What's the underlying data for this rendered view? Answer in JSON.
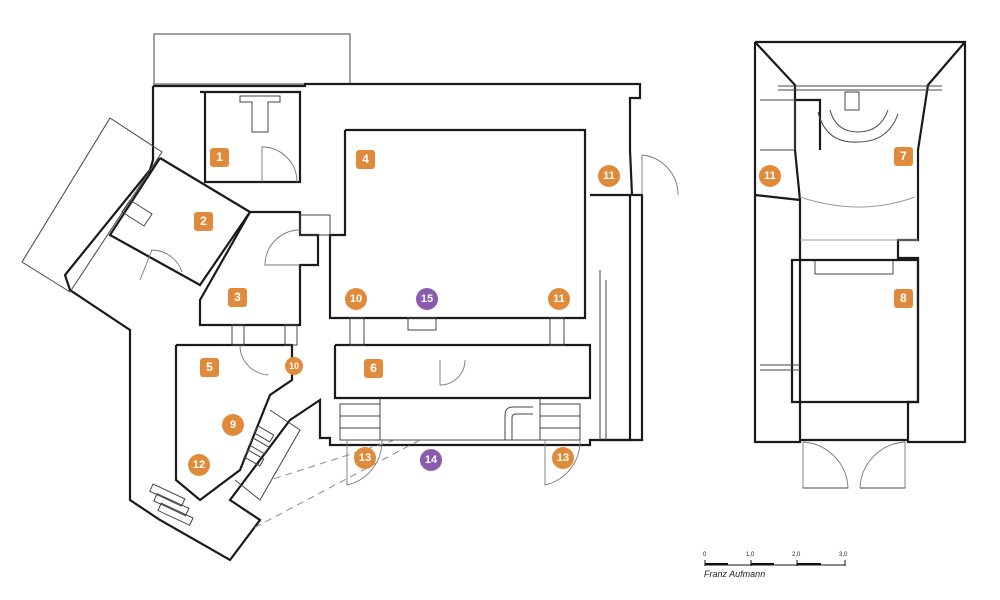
{
  "colors": {
    "room_badge": "#e08a3c",
    "poi_badge": "#8a5cb0",
    "walls": "#1a1a1a"
  },
  "rooms": [
    {
      "id": "r1",
      "label": "1",
      "shape": "square",
      "kind": "room"
    },
    {
      "id": "r2",
      "label": "2",
      "shape": "square",
      "kind": "room"
    },
    {
      "id": "r3",
      "label": "3",
      "shape": "square",
      "kind": "room"
    },
    {
      "id": "r4",
      "label": "4",
      "shape": "square",
      "kind": "room"
    },
    {
      "id": "r5",
      "label": "5",
      "shape": "square",
      "kind": "room"
    },
    {
      "id": "r6",
      "label": "6",
      "shape": "square",
      "kind": "room"
    },
    {
      "id": "r7",
      "label": "7",
      "shape": "square",
      "kind": "room"
    },
    {
      "id": "r8",
      "label": "8",
      "shape": "square",
      "kind": "room"
    },
    {
      "id": "r9",
      "label": "9",
      "shape": "circle",
      "kind": "room"
    },
    {
      "id": "r10a",
      "label": "10",
      "shape": "circle",
      "kind": "room"
    },
    {
      "id": "r10b",
      "label": "10",
      "shape": "circle",
      "kind": "room"
    },
    {
      "id": "r11a",
      "label": "11",
      "shape": "circle",
      "kind": "room"
    },
    {
      "id": "r11b",
      "label": "11",
      "shape": "circle",
      "kind": "room"
    },
    {
      "id": "r11c",
      "label": "11",
      "shape": "circle",
      "kind": "room"
    },
    {
      "id": "r12",
      "label": "12",
      "shape": "circle",
      "kind": "room"
    },
    {
      "id": "r13a",
      "label": "13",
      "shape": "circle",
      "kind": "room"
    },
    {
      "id": "r13b",
      "label": "13",
      "shape": "circle",
      "kind": "room"
    },
    {
      "id": "r14",
      "label": "14",
      "shape": "circle",
      "kind": "poi"
    },
    {
      "id": "r15",
      "label": "15",
      "shape": "circle",
      "kind": "poi"
    }
  ],
  "scale_bar": {
    "ticks": [
      "0",
      "1,0",
      "2,0",
      "3,0"
    ],
    "credit": "Franz Aufmann"
  }
}
